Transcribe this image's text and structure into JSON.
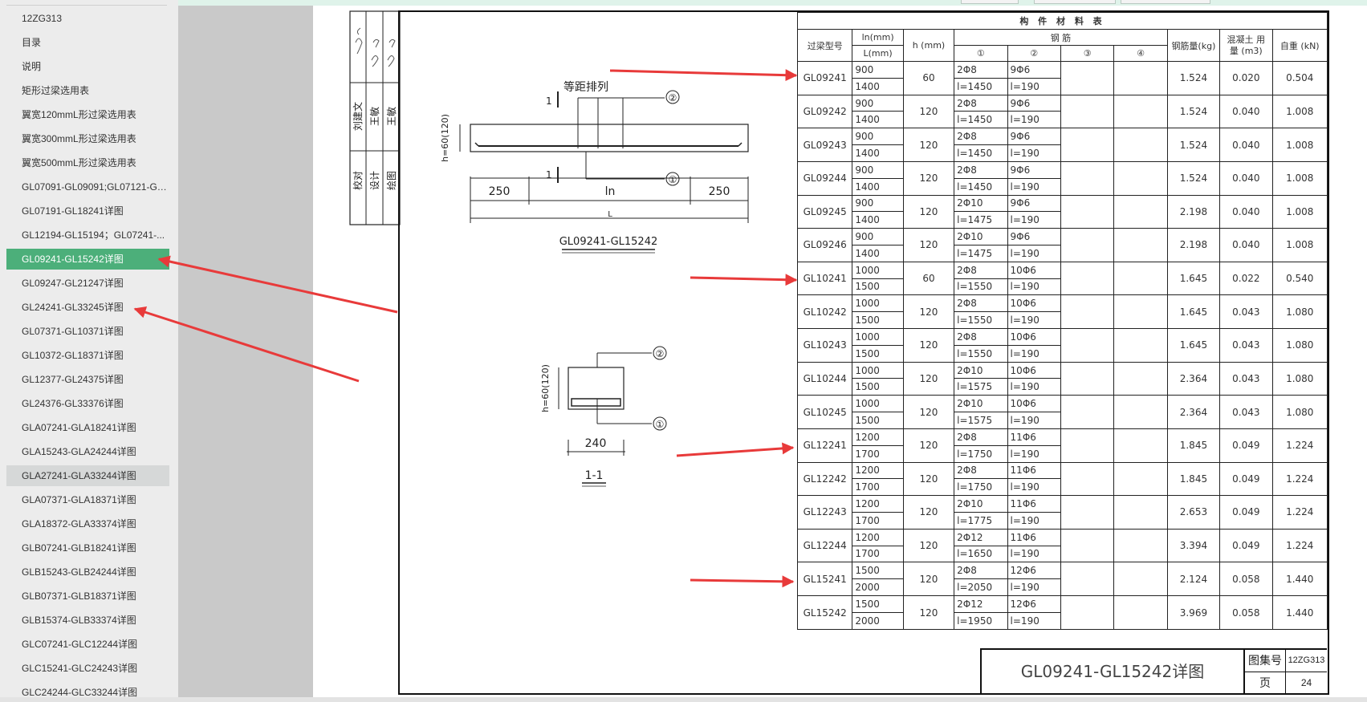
{
  "sidebar": {
    "items": [
      {
        "label": "12ZG313"
      },
      {
        "label": "目录"
      },
      {
        "label": "说明"
      },
      {
        "label": "矩形过梁选用表"
      },
      {
        "label": "翼宽120mmL形过梁选用表"
      },
      {
        "label": "翼宽300mmL形过梁选用表"
      },
      {
        "label": "翼宽500mmL形过梁选用表"
      },
      {
        "label": "GL07091-GL09091;GL07121-GL..."
      },
      {
        "label": "GL07191-GL18241详图"
      },
      {
        "label": "GL12194-GL15194；GL07241-..."
      },
      {
        "label": "GL09241-GL15242详图"
      },
      {
        "label": "GL09247-GL21247详图"
      },
      {
        "label": "GL24241-GL33245详图"
      },
      {
        "label": "GL07371-GL10371详图"
      },
      {
        "label": "GL10372-GL18371详图"
      },
      {
        "label": "GL12377-GL24375详图"
      },
      {
        "label": "GL24376-GL33376详图"
      },
      {
        "label": "GLA07241-GLA18241详图"
      },
      {
        "label": "GLA15243-GLA24244详图"
      },
      {
        "label": "GLA27241-GLA33244详图"
      },
      {
        "label": "GLA07371-GLA18371详图"
      },
      {
        "label": "GLA18372-GLA33374详图"
      },
      {
        "label": "GLB07241-GLB18241详图"
      },
      {
        "label": "GLB15243-GLB24244详图"
      },
      {
        "label": "GLB07371-GLB18371详图"
      },
      {
        "label": "GLB15374-GLB33374详图"
      },
      {
        "label": "GLC07241-GLC12244详图"
      },
      {
        "label": "GLC15241-GLC24243详图"
      },
      {
        "label": "GLC24244-GLC33244详图"
      }
    ],
    "active_index": 10,
    "hover_index": 19,
    "active_color": "#4caf7a",
    "hover_color": "#d6d8d8"
  },
  "drawing": {
    "title_block": {
      "roles": [
        "校对",
        "设计",
        "绘图"
      ],
      "names": [
        "刘建文",
        "王敏",
        "王敏"
      ]
    },
    "elevation": {
      "spacing_note": "等距排列",
      "section_mark": "1",
      "height_label": "h=60(120)",
      "left_support": "250",
      "right_support": "250",
      "span_label": "ln",
      "total_label": "L",
      "bar1": "①",
      "bar2": "②",
      "caption": "GL09241-GL15242"
    },
    "section": {
      "height_label": "h=60(120)",
      "width_label": "240",
      "bar1": "①",
      "bar2": "②",
      "caption": "1-1"
    }
  },
  "table": {
    "title": "构 件 材 料 表",
    "headers": {
      "model": "过梁型号",
      "ln": "ln(mm)",
      "L": "L(mm)",
      "h": "h (mm)",
      "rebar": "钢 筋",
      "bar_cols": [
        "①",
        "②",
        "③",
        "④"
      ],
      "weight": "钢筋量(kg)",
      "concrete": "混凝土 用量 (m3)",
      "self_weight": "自重 (kN)"
    },
    "rows": [
      {
        "model": "GL09241",
        "ln": "900",
        "L": "1400",
        "h": "60",
        "b1": "2Φ8",
        "b1l": "l=1450",
        "b2": "9Φ6",
        "b2l": "l=190",
        "steel": "1.524",
        "conc": "0.020",
        "wt": "0.504"
      },
      {
        "model": "GL09242",
        "ln": "900",
        "L": "1400",
        "h": "120",
        "b1": "2Φ8",
        "b1l": "l=1450",
        "b2": "9Φ6",
        "b2l": "l=190",
        "steel": "1.524",
        "conc": "0.040",
        "wt": "1.008"
      },
      {
        "model": "GL09243",
        "ln": "900",
        "L": "1400",
        "h": "120",
        "b1": "2Φ8",
        "b1l": "l=1450",
        "b2": "9Φ6",
        "b2l": "l=190",
        "steel": "1.524",
        "conc": "0.040",
        "wt": "1.008"
      },
      {
        "model": "GL09244",
        "ln": "900",
        "L": "1400",
        "h": "120",
        "b1": "2Φ8",
        "b1l": "l=1450",
        "b2": "9Φ6",
        "b2l": "l=190",
        "steel": "1.524",
        "conc": "0.040",
        "wt": "1.008"
      },
      {
        "model": "GL09245",
        "ln": "900",
        "L": "1400",
        "h": "120",
        "b1": "2Φ10",
        "b1l": "l=1475",
        "b2": "9Φ6",
        "b2l": "l=190",
        "steel": "2.198",
        "conc": "0.040",
        "wt": "1.008"
      },
      {
        "model": "GL09246",
        "ln": "900",
        "L": "1400",
        "h": "120",
        "b1": "2Φ10",
        "b1l": "l=1475",
        "b2": "9Φ6",
        "b2l": "l=190",
        "steel": "2.198",
        "conc": "0.040",
        "wt": "1.008"
      },
      {
        "model": "GL10241",
        "ln": "1000",
        "L": "1500",
        "h": "60",
        "b1": "2Φ8",
        "b1l": "l=1550",
        "b2": "10Φ6",
        "b2l": "l=190",
        "steel": "1.645",
        "conc": "0.022",
        "wt": "0.540"
      },
      {
        "model": "GL10242",
        "ln": "1000",
        "L": "1500",
        "h": "120",
        "b1": "2Φ8",
        "b1l": "l=1550",
        "b2": "10Φ6",
        "b2l": "l=190",
        "steel": "1.645",
        "conc": "0.043",
        "wt": "1.080"
      },
      {
        "model": "GL10243",
        "ln": "1000",
        "L": "1500",
        "h": "120",
        "b1": "2Φ8",
        "b1l": "l=1550",
        "b2": "10Φ6",
        "b2l": "l=190",
        "steel": "1.645",
        "conc": "0.043",
        "wt": "1.080"
      },
      {
        "model": "GL10244",
        "ln": "1000",
        "L": "1500",
        "h": "120",
        "b1": "2Φ10",
        "b1l": "l=1575",
        "b2": "10Φ6",
        "b2l": "l=190",
        "steel": "2.364",
        "conc": "0.043",
        "wt": "1.080"
      },
      {
        "model": "GL10245",
        "ln": "1000",
        "L": "1500",
        "h": "120",
        "b1": "2Φ10",
        "b1l": "l=1575",
        "b2": "10Φ6",
        "b2l": "l=190",
        "steel": "2.364",
        "conc": "0.043",
        "wt": "1.080"
      },
      {
        "model": "GL12241",
        "ln": "1200",
        "L": "1700",
        "h": "120",
        "b1": "2Φ8",
        "b1l": "l=1750",
        "b2": "11Φ6",
        "b2l": "l=190",
        "steel": "1.845",
        "conc": "0.049",
        "wt": "1.224"
      },
      {
        "model": "GL12242",
        "ln": "1200",
        "L": "1700",
        "h": "120",
        "b1": "2Φ8",
        "b1l": "l=1750",
        "b2": "11Φ6",
        "b2l": "l=190",
        "steel": "1.845",
        "conc": "0.049",
        "wt": "1.224"
      },
      {
        "model": "GL12243",
        "ln": "1200",
        "L": "1700",
        "h": "120",
        "b1": "2Φ10",
        "b1l": "l=1775",
        "b2": "11Φ6",
        "b2l": "l=190",
        "steel": "2.653",
        "conc": "0.049",
        "wt": "1.224"
      },
      {
        "model": "GL12244",
        "ln": "1200",
        "L": "1700",
        "h": "120",
        "b1": "2Φ12",
        "b1l": "l=1650",
        "b2": "11Φ6",
        "b2l": "l=190",
        "steel": "3.394",
        "conc": "0.049",
        "wt": "1.224"
      },
      {
        "model": "GL15241",
        "ln": "1500",
        "L": "2000",
        "h": "120",
        "b1": "2Φ8",
        "b1l": "l=2050",
        "b2": "12Φ6",
        "b2l": "l=190",
        "steel": "2.124",
        "conc": "0.058",
        "wt": "1.440"
      },
      {
        "model": "GL15242",
        "ln": "1500",
        "L": "2000",
        "h": "120",
        "b1": "2Φ12",
        "b1l": "l=1950",
        "b2": "12Φ6",
        "b2l": "l=190",
        "steel": "3.969",
        "conc": "0.058",
        "wt": "1.440"
      }
    ]
  },
  "stamp": {
    "title": "GL09241-GL15242详图",
    "atlas_label": "图集号",
    "atlas_value": "12ZG313",
    "page_label": "页",
    "page_value": "24"
  },
  "annotation_color": "#e83a3a"
}
